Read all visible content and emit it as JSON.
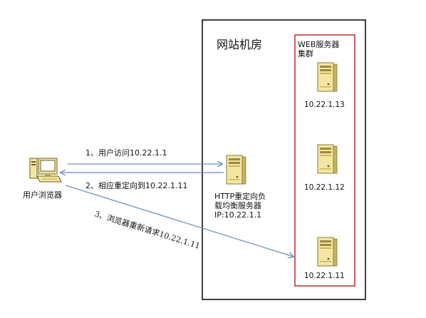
{
  "datacenter": {
    "title": "网站机房"
  },
  "cluster": {
    "title_line1": "WEB服务器",
    "title_line2": "集群"
  },
  "servers": [
    {
      "ip": "10.22.1.13"
    },
    {
      "ip": "10.22.1.12"
    },
    {
      "ip": "10.22.1.11"
    }
  ],
  "balancer": {
    "label_line1": "HTTP重定向负",
    "label_line2": "载均衡服务器",
    "ip": "IP:10.22.1.1"
  },
  "client": {
    "label": "用户浏览器"
  },
  "arrows": {
    "step1": "1、用户访问10.22.1.1",
    "step2": "2、相应重定向到10.22.1.11",
    "step3": "3、浏览器重新请求10.22.1.11"
  },
  "colors": {
    "arrow": "#6a8fc6",
    "cluster_border": "#c0282a",
    "frame": "#000000",
    "server_body": "#f3e6a0",
    "server_dark": "#b8a24a"
  }
}
